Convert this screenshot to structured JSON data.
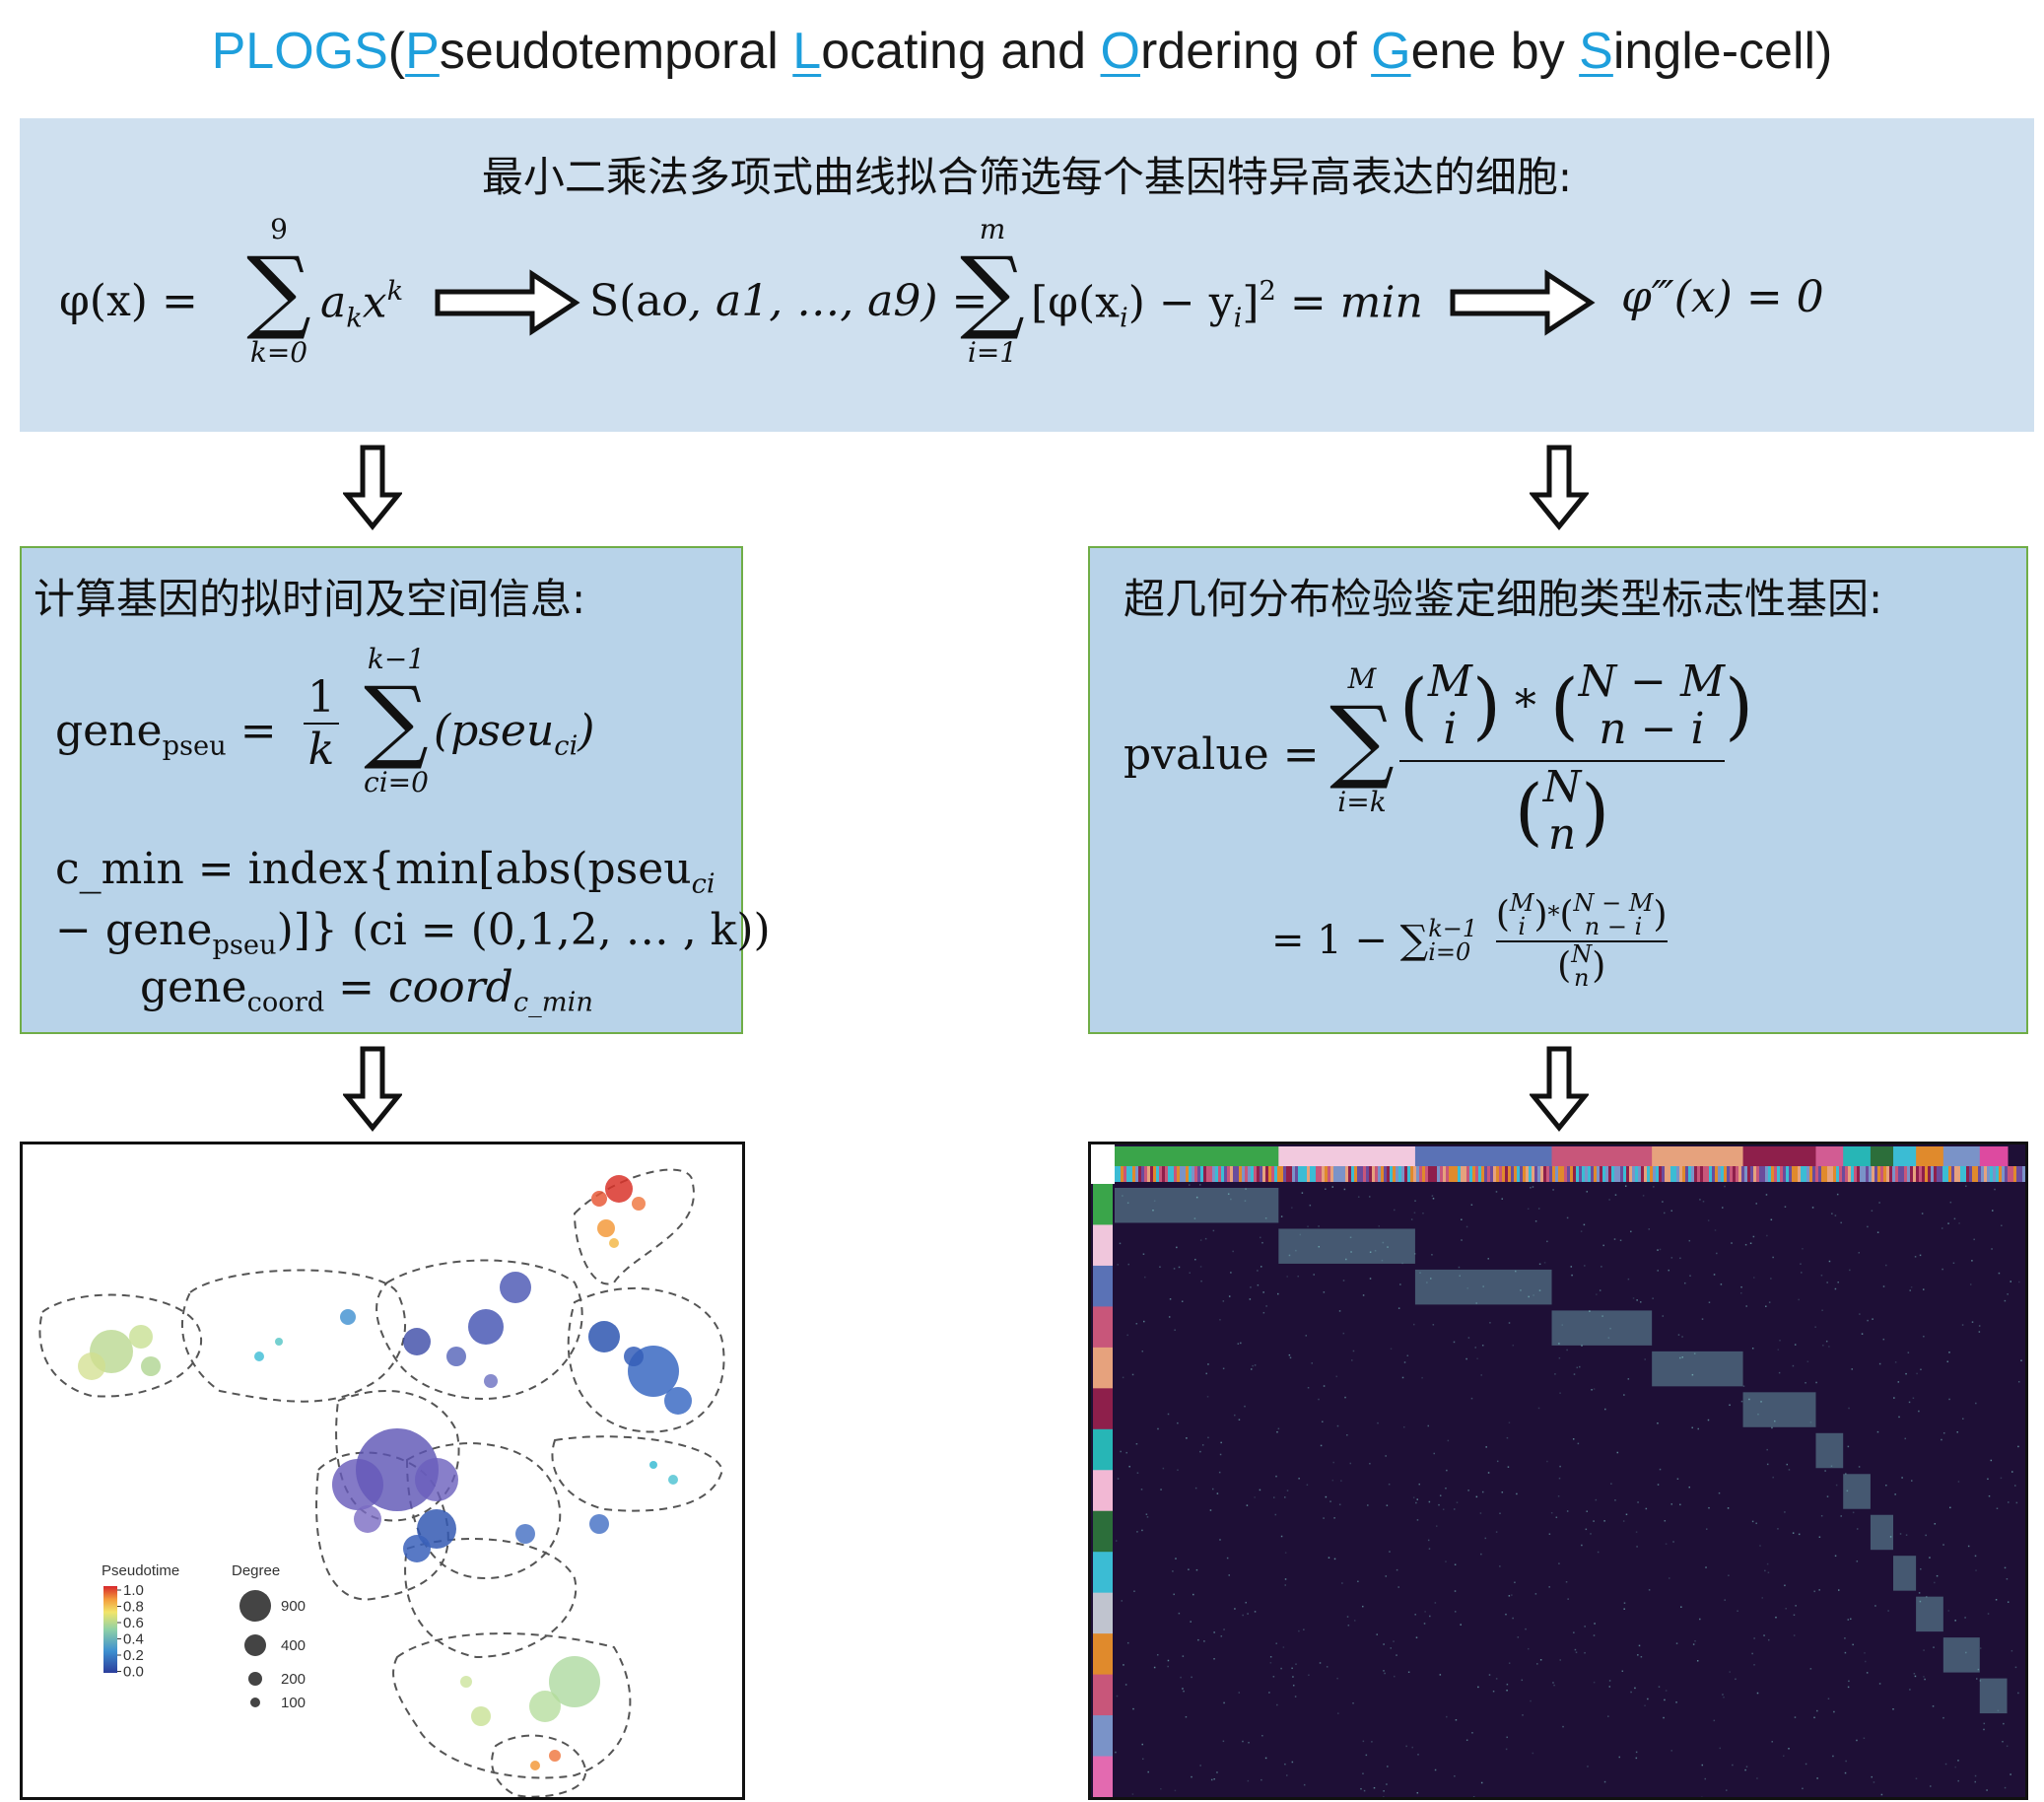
{
  "title": {
    "acronym": "PLOGS",
    "open": "(",
    "w1_initial": "P",
    "w1_rest": "seudotemporal ",
    "w2_initial": "L",
    "w2_rest": "ocating and ",
    "w3_initial": "O",
    "w3_rest": "rdering of ",
    "w4_initial": "G",
    "w4_rest": "ene by ",
    "w5_initial": "S",
    "w5_rest": "ingle-cell)"
  },
  "top_panel": {
    "heading": "最小二乘法多项式曲线拟合筛选每个基因特异高表达的细胞:",
    "eq1_lhs": "φ(x) =",
    "eq1_sum_upper": "9",
    "eq1_sum_lower": "k=0",
    "eq1_term": "a",
    "eq1_term_sub": "k",
    "eq1_term_x": "x",
    "eq1_term_sup": "k",
    "eq2_lhs": "S(a",
    "eq2_args": "o, a1, …, a9) =",
    "eq2_sum_upper": "m",
    "eq2_sum_lower": "i=1",
    "eq2_body": "[φ(x",
    "eq2_body_sub": "i",
    "eq2_body_mid": ") − y",
    "eq2_body_sub2": "i",
    "eq2_body_end": "]",
    "eq2_body_sup": "2",
    "eq2_rhs": " = min",
    "eq3": "φ‴(x) =  0"
  },
  "left_panel": {
    "heading": "计算基因的拟时间及空间信息:",
    "gene": "gene",
    "pseu_sub": "pseu",
    "eq_equals": " = ",
    "frac_num": "1",
    "frac_den": "k",
    "sum_upper": "k−1",
    "sum_lower": "ci=0",
    "sum_body": "(pseu",
    "sum_body_sub": "ci",
    "sum_body_end": ")",
    "cmin_line1": "c_min = index{min[abs(pseu",
    "cmin_line1_sub": "ci",
    "cmin_line2_a": "− gene",
    "cmin_line2_sub": "pseu",
    "cmin_line2_b": ")]} (ci = (0,1,2, … , k))",
    "coord_gene": "gene",
    "coord_sub": "coord",
    "coord_eq": "  =  coord",
    "coord_eq_sub": "c_min"
  },
  "right_panel": {
    "heading": "超几何分布检验鉴定细胞类型标志性基因:",
    "pvalue": "pvalue =",
    "sum_upper": "M",
    "sum_lower": "i=k",
    "binom_M": "M",
    "binom_i": "i",
    "star": "*",
    "binom_NM": "N − M",
    "binom_ni": "n − i",
    "binom_N": "N",
    "binom_n": "n",
    "line2_prefix": "= 1 − ∑",
    "line2_sup": "k−1",
    "line2_sub": "i=0"
  },
  "scatter_legend": {
    "pseudotime_title": "Pseudotime",
    "pseudotime_ticks": [
      "1.0",
      "0.8",
      "0.6",
      "0.4",
      "0.2",
      "0.0"
    ],
    "degree_title": "Degree",
    "degree_values": [
      "900",
      "400",
      "200",
      "100"
    ]
  },
  "heatmap": {
    "top_bar_colors": [
      "#3aa54a",
      "#f2c9de",
      "#5a72b6",
      "#c8567a",
      "#e6a27d",
      "#8e1f4b",
      "#d25c93",
      "#27b6b6",
      "#2c6e3a",
      "#3bbcd4",
      "#e08a2c",
      "#7a93c8",
      "#dd4aa0"
    ],
    "left_bar_colors": [
      "#3aa54a",
      "#f0c6dc",
      "#5a72b6",
      "#c8567a",
      "#e6a27d",
      "#8e1f4b",
      "#27b6b6",
      "#f2b8d4",
      "#2c6e3a",
      "#3bbcd4",
      "#c0c4cf",
      "#e08a2c",
      "#c8567a",
      "#7a93c8",
      "#e36ab0"
    ],
    "background": "#1e0f36",
    "highlight": "#8fe3e0"
  },
  "colors": {
    "accent": "#1e9fdc",
    "panel_fill": "#b8d3e9",
    "panel_border": "#70ad47"
  }
}
